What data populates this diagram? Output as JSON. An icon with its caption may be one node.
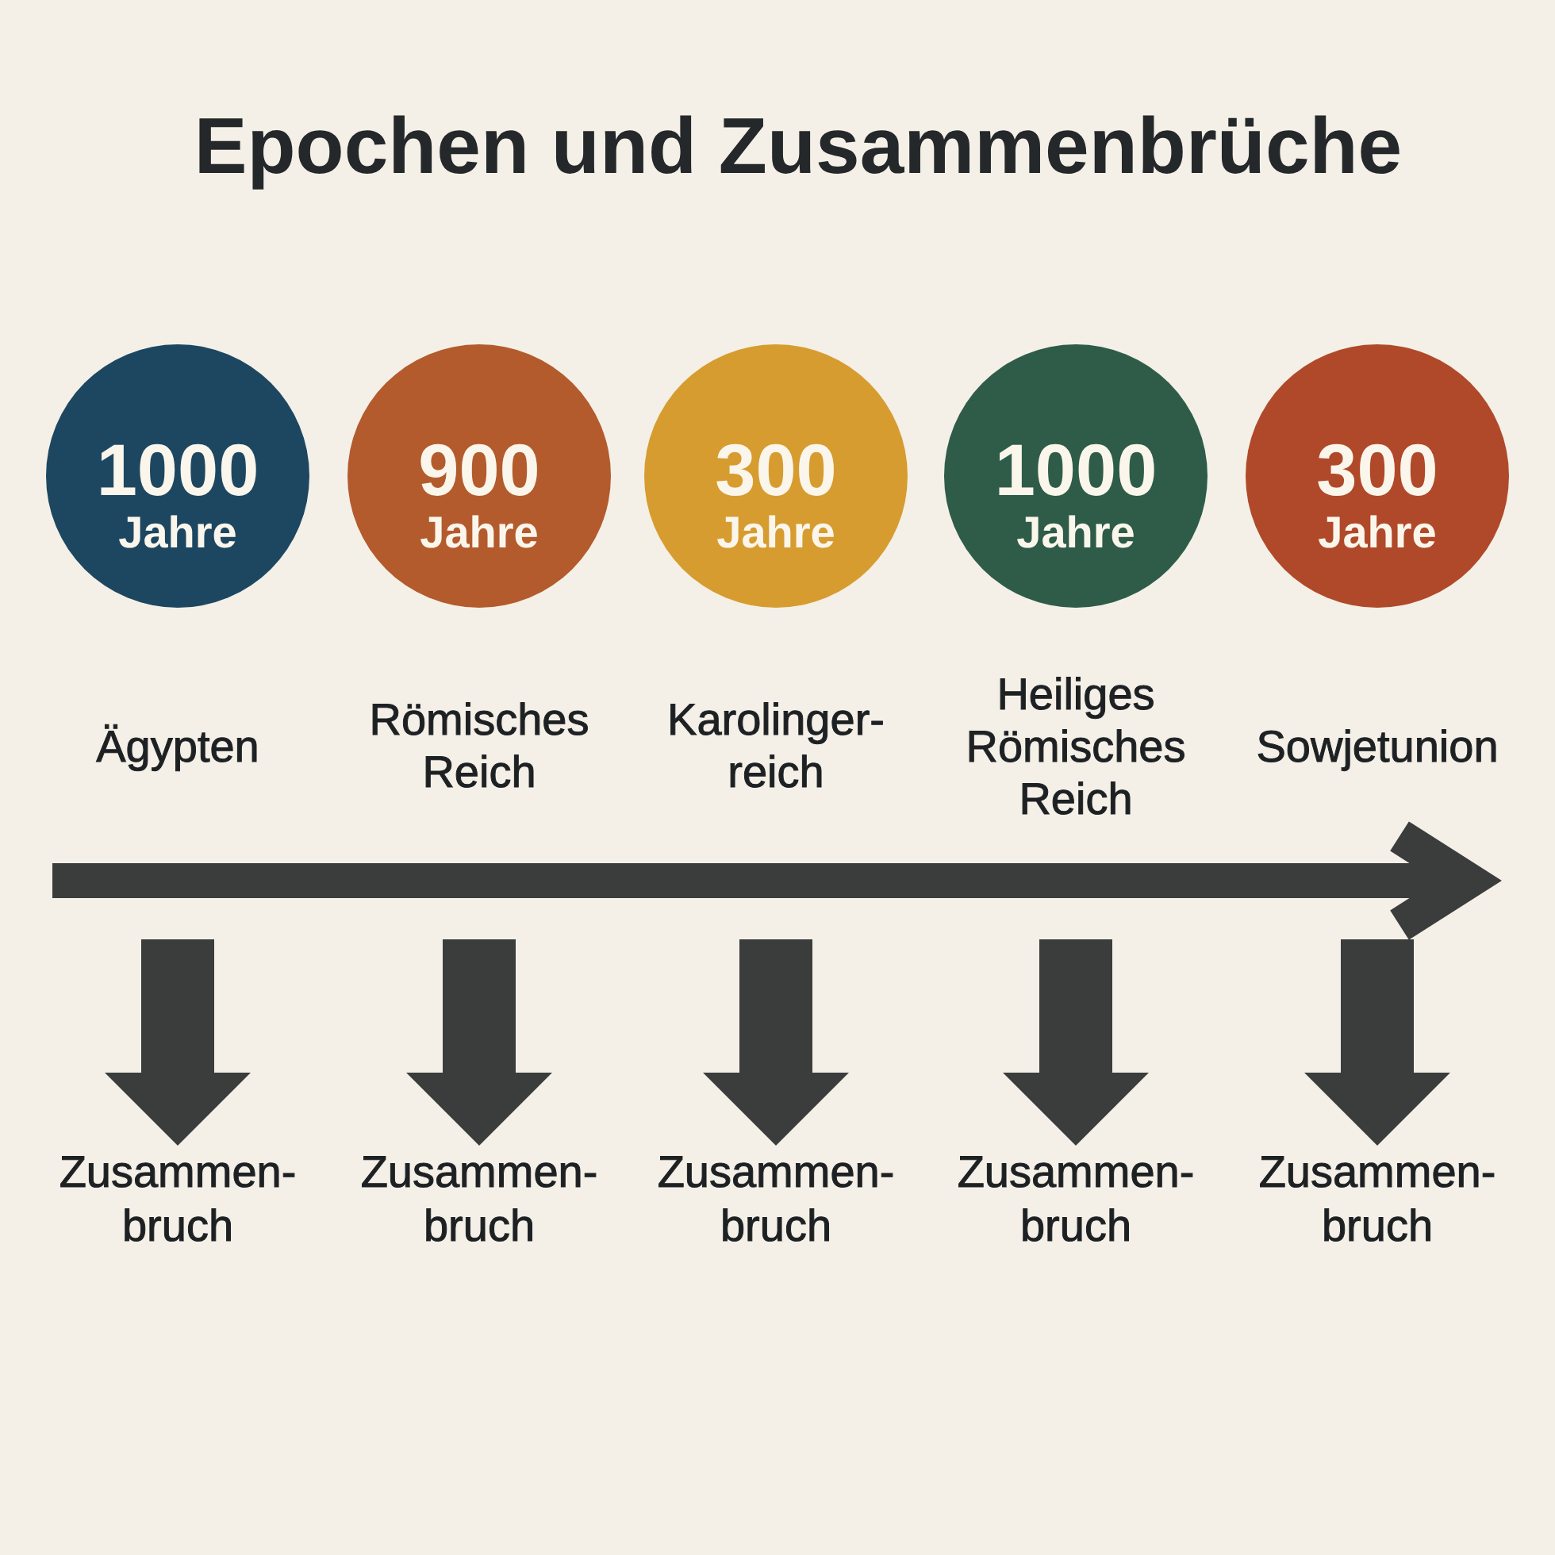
{
  "diagram": {
    "title": "Epochen und Zusammenbrüche",
    "nodes": [
      {
        "text": [
          "1000",
          "Jahre"
        ],
        "beside": [
          "Ägypten"
        ]
      },
      {
        "text": [
          "900",
          "Jahre"
        ],
        "beside": [
          "Römisches Reich"
        ]
      },
      {
        "text": [
          "300",
          "Jahre"
        ],
        "beside": [
          "Karolinger- reich"
        ]
      },
      {
        "text": [
          "1000",
          "Jahre"
        ],
        "beside": [
          "Heiliges Römisches Reich"
        ]
      },
      {
        "text": [
          "300",
          "Jahre"
        ],
        "beside": [
          "Sowjetunion"
        ]
      },
      {
        "text": [
          "Zusammen- bruch"
        ]
      },
      {
        "text": [
          "Zusammen- bruch"
        ]
      },
      {
        "text": [
          "Zusammen- bruch"
        ]
      },
      {
        "text": [
          "Zusammen- bruch"
        ]
      },
      {
        "text": [
          "Zusammen- bruch"
        ]
      }
    ],
    "edges": [
      {
        "from": null,
        "to": 5,
        "arrow": "to"
      },
      {
        "from": null,
        "to": 6,
        "arrow": "to"
      },
      {
        "from": null,
        "to": 7,
        "arrow": "to"
      },
      {
        "from": null,
        "to": 8,
        "arrow": "to"
      },
      {
        "from": null,
        "to": 9,
        "arrow": "to"
      }
    ]
  }
}
